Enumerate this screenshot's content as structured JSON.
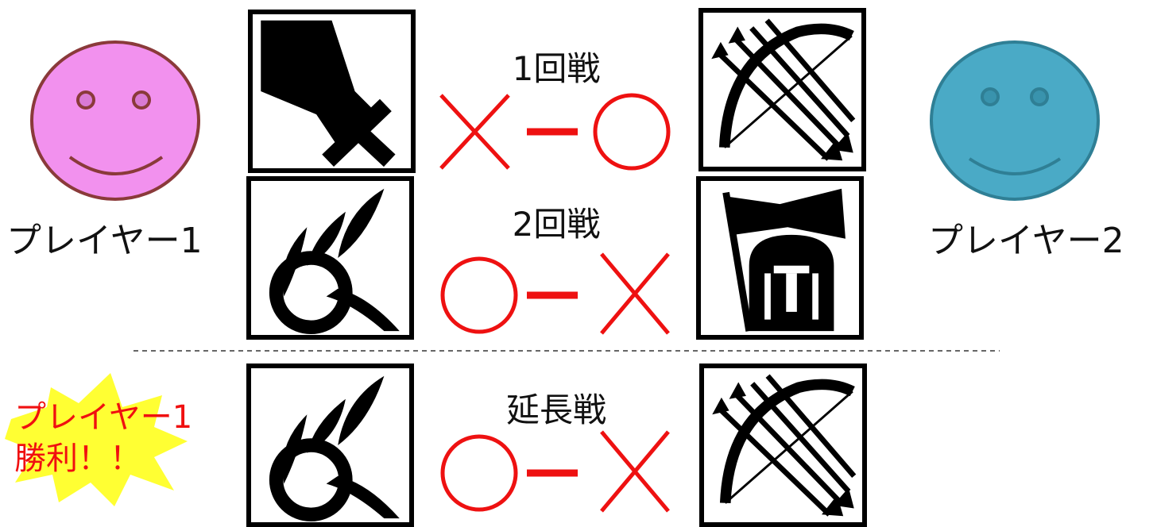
{
  "players": [
    {
      "label": "プレイヤー1",
      "face_color": "#f291ee",
      "outline_color": "#8a3a3a"
    },
    {
      "label": "プレイヤー2",
      "face_color": "#4aaac6",
      "outline_color": "#2f7f95"
    }
  ],
  "rounds": [
    {
      "label": "1回戦",
      "left_result": "×",
      "right_result": "○",
      "left_card": "sword-icon",
      "right_card": "bow-and-arrows-icon"
    },
    {
      "label": "2回戦",
      "left_result": "○",
      "right_result": "×",
      "left_card": "fire-ring-icon",
      "right_card": "helmet-flag-icon"
    },
    {
      "label": "延長戦",
      "left_result": "○",
      "right_result": "×",
      "left_card": "fire-ring-icon",
      "right_card": "bow-and-arrows-icon"
    }
  ],
  "winner": {
    "line1": "プレイヤー1",
    "line2": "勝利！！",
    "burst_color": "#ffff33"
  },
  "colors": {
    "result_mark": "#ee1111",
    "text": "#111111"
  }
}
